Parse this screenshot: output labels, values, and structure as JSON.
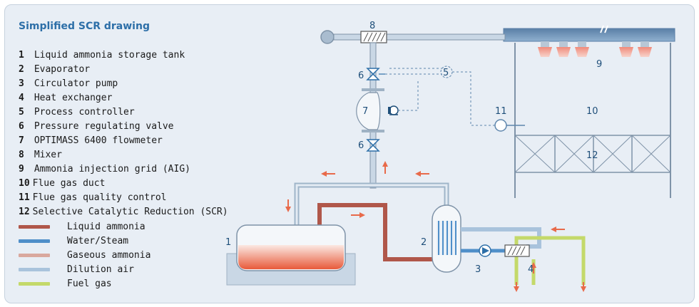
{
  "title": "Simplified SCR drawing",
  "legend_items": [
    {
      "num": "1",
      "text": "Liquid ammonia storage tank"
    },
    {
      "num": "2",
      "text": "Evaporator"
    },
    {
      "num": "3",
      "text": "Circulator pump"
    },
    {
      "num": "4",
      "text": "Heat exchanger"
    },
    {
      "num": "5",
      "text": "Process controller"
    },
    {
      "num": "6",
      "text": "Pressure regulating valve"
    },
    {
      "num": "7",
      "text": "OPTIMASS 6400 flowmeter"
    },
    {
      "num": "8",
      "text": "Mixer"
    },
    {
      "num": "9",
      "text": "Ammonia injection grid (AIG)"
    },
    {
      "num": "10",
      "text": "Flue gas duct"
    },
    {
      "num": "11",
      "text": "Flue gas quality control"
    },
    {
      "num": "12",
      "text": "Selective Catalytic Reduction (SCR)"
    }
  ],
  "line_keys": [
    {
      "label": "Liquid ammonia",
      "color": "#b0574a"
    },
    {
      "label": "Water/Steam",
      "color": "#4f8fc9"
    },
    {
      "label": "Gaseous ammonia",
      "color": "#d9a89e"
    },
    {
      "label": "Dilution air",
      "color": "#a9c3dc"
    },
    {
      "label": "Fuel gas",
      "color": "#c4d96a"
    }
  ],
  "diagram_labels": {
    "l1": "1",
    "l2": "2",
    "l3": "3",
    "l4": "4",
    "l5": "5",
    "l6a": "6",
    "l6b": "6",
    "l7": "7",
    "l8": "8",
    "l9": "9",
    "l10": "10",
    "l11": "11",
    "l12": "12"
  },
  "colors": {
    "pipe": "#a9c3dc",
    "liquid": "#b0574a",
    "fuel": "#c4d96a",
    "arrow": "#e86a4a",
    "outline": "#7f93a8",
    "label": "#1f4f7a"
  }
}
